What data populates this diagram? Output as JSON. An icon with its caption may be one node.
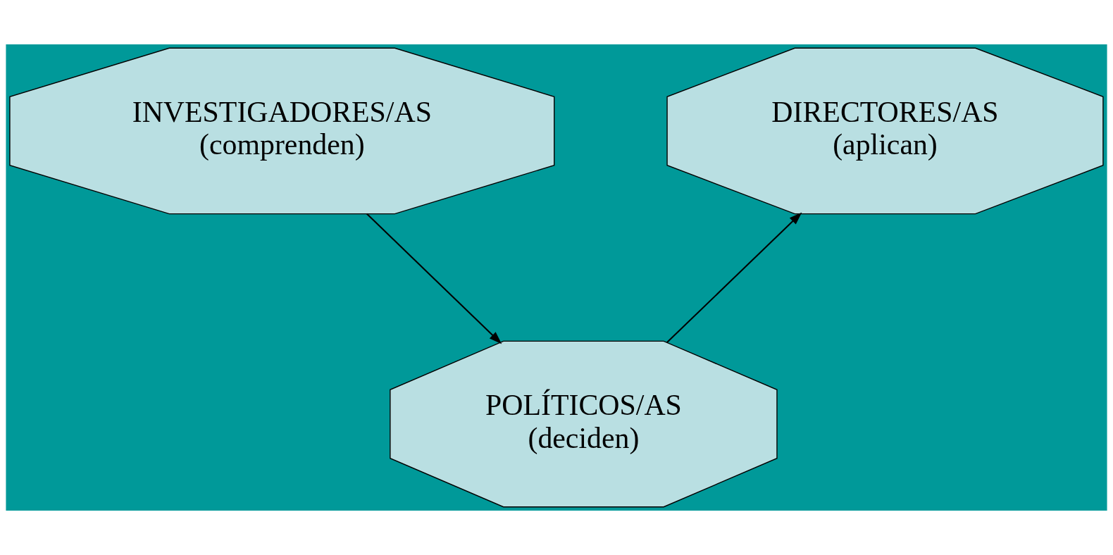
{
  "diagram": {
    "nodes": [
      {
        "text": [
          "INVESTIGADORES/AS",
          "(comprenden)"
        ]
      },
      {
        "text": [
          "POLÍTICOS/AS",
          "(deciden)"
        ]
      },
      {
        "text": [
          "DIRECTORES/AS",
          "(aplican)"
        ]
      }
    ],
    "edges": [
      {
        "from": 0,
        "to": 1,
        "arrow": "to"
      },
      {
        "from": 1,
        "to": 2,
        "arrow": "to"
      }
    ]
  }
}
